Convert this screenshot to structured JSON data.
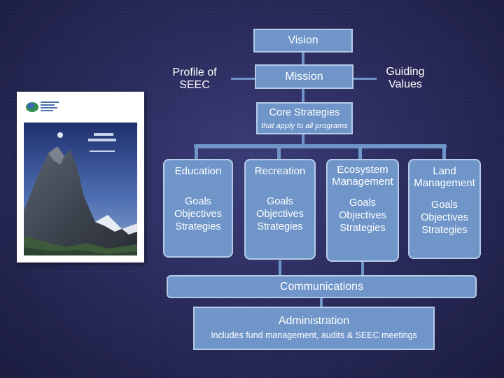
{
  "vision": "Vision",
  "mission": "Mission",
  "profile": [
    "Profile of",
    "SEEC"
  ],
  "guiding": [
    "Guiding",
    "Values"
  ],
  "core": {
    "title": "Core Strategies",
    "subtitle": "that apply to all programs"
  },
  "programs": [
    {
      "title": [
        "Education"
      ],
      "details": [
        "Goals",
        "Objectives",
        "Strategies"
      ]
    },
    {
      "title": [
        "Recreation"
      ],
      "details": [
        "Goals",
        "Objectives",
        "Strategies"
      ]
    },
    {
      "title": [
        "Ecosystem",
        "Management"
      ],
      "details": [
        "Goals",
        "Objectives",
        "Strategies"
      ]
    },
    {
      "title": [
        "Land",
        "Management"
      ],
      "details": [
        "Goals",
        "Objectives",
        "Strategies"
      ]
    }
  ],
  "communications": "Communications",
  "administration": {
    "title": "Administration",
    "subtitle": "Includes fund management, audits & SEEC meetings"
  },
  "colors": {
    "box_fill": "#6f95c9",
    "box_border": "#b6cbe8",
    "background": "#2b2c5e"
  }
}
